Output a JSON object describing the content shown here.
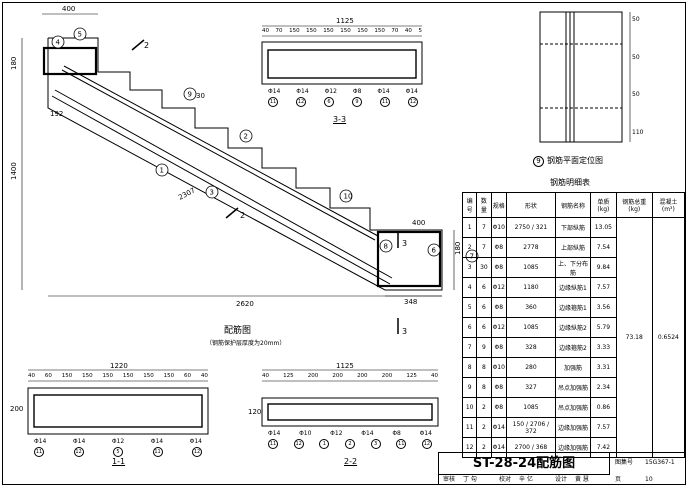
{
  "drawing": {
    "title": "ST-28-24配筋图",
    "main_view_title": "配筋图",
    "main_view_note": "（钢筋保护层厚度为20mm）",
    "plan_title": "钢筋平面定位图",
    "schedule_title": "钢筋明细表"
  },
  "main_view": {
    "dims": [
      "400",
      "180",
      "1400",
      "192",
      "2307",
      "2620",
      "400",
      "180",
      "348",
      "30"
    ],
    "callouts": [
      "1",
      "2",
      "3",
      "4",
      "5",
      "6",
      "7",
      "8",
      "9",
      "10"
    ],
    "section_marks": [
      "2",
      "3",
      "2",
      "3"
    ]
  },
  "section_3_3": {
    "title": "3-3",
    "top_dim": "1125",
    "spacing": [
      "40",
      "70",
      "150",
      "150",
      "150",
      "150",
      "150",
      "150",
      "70",
      "40",
      "5"
    ],
    "bar_labels": [
      "Φ14",
      "Φ14",
      "Φ12",
      "Φ8",
      "Φ14",
      "Φ14"
    ],
    "callouts": [
      "11",
      "12",
      "6",
      "9",
      "11",
      "12"
    ]
  },
  "section_1_1": {
    "title": "1-1",
    "top_dim": "1220",
    "spacing": [
      "40",
      "60",
      "150",
      "150",
      "150",
      "150",
      "150",
      "150",
      "60",
      "40"
    ],
    "height_dim": "200",
    "bar_labels": [
      "Φ14",
      "Φ14",
      "Φ12",
      "Φ14",
      "Φ14"
    ],
    "callouts": [
      "11",
      "12",
      "5",
      "11",
      "12"
    ]
  },
  "section_2_2": {
    "title": "2-2",
    "top_dim": "1125",
    "spacing": [
      "40",
      "125",
      "200",
      "200",
      "200",
      "200",
      "125",
      "40"
    ],
    "height_dim": "120",
    "bar_labels": [
      "Φ14",
      "Φ10",
      "Φ12",
      "Φ14",
      "Φ8",
      "Φ14"
    ],
    "callouts": [
      "11",
      "12",
      "1",
      "2",
      "3",
      "11",
      "12"
    ]
  },
  "plan_view": {
    "dims": [
      "50",
      "50",
      "50",
      "110"
    ],
    "callout": "9"
  },
  "schedule": {
    "headers": [
      "编号",
      "数量",
      "规格",
      "形状",
      "钢筋名称",
      "单质(kg)",
      "钢筋总重(kg)",
      "混凝土(m³)"
    ],
    "rows": [
      {
        "no": "1",
        "qty": "7",
        "spec": "Φ10",
        "shape": "2750 / 321",
        "name": "下部纵筋",
        "unit": "13.05"
      },
      {
        "no": "2",
        "qty": "7",
        "spec": "Φ8",
        "shape": "2778",
        "name": "上部纵筋",
        "unit": "7.54"
      },
      {
        "no": "3",
        "qty": "30",
        "spec": "Φ8",
        "shape": "1085",
        "name": "上、下分布筋",
        "unit": "9.84"
      },
      {
        "no": "4",
        "qty": "6",
        "spec": "Φ12",
        "shape": "1180",
        "name": "边缘纵筋1",
        "unit": "7.57"
      },
      {
        "no": "5",
        "qty": "6",
        "spec": "Φ8",
        "shape": "360",
        "name": "边缘箍筋1",
        "unit": "3.56"
      },
      {
        "no": "6",
        "qty": "6",
        "spec": "Φ12",
        "shape": "1085",
        "name": "边缘纵筋2",
        "unit": "5.79"
      },
      {
        "no": "7",
        "qty": "9",
        "spec": "Φ8",
        "shape": "328",
        "name": "边缘箍筋2",
        "unit": "3.33"
      },
      {
        "no": "8",
        "qty": "8",
        "spec": "Φ10",
        "shape": "280",
        "name": "加强筋",
        "unit": "3.31"
      },
      {
        "no": "9",
        "qty": "8",
        "spec": "Φ8",
        "shape": "327",
        "name": "吊点加强筋",
        "unit": "2.34"
      },
      {
        "no": "10",
        "qty": "2",
        "spec": "Φ8",
        "shape": "1085",
        "name": "吊点加强筋",
        "unit": "0.86"
      },
      {
        "no": "11",
        "qty": "2",
        "spec": "Φ14",
        "shape": "150 / 2706 / 372",
        "name": "边缘加强筋",
        "unit": "7.57"
      },
      {
        "no": "12",
        "qty": "2",
        "spec": "Φ14",
        "shape": "2700 / 368",
        "name": "边缘加强筋",
        "unit": "7.42"
      }
    ],
    "total_weight": "73.18",
    "concrete": "0.6524"
  },
  "title_block": {
    "atlas_label": "图集号",
    "atlas_no": "15G367-1",
    "page_label": "页",
    "page_no": "10",
    "review_label": "审核",
    "review_name": "丁 勾",
    "check_label": "校对",
    "check_name": "辛 亿",
    "design_label": "设计",
    "design_name": "黄 慧"
  }
}
